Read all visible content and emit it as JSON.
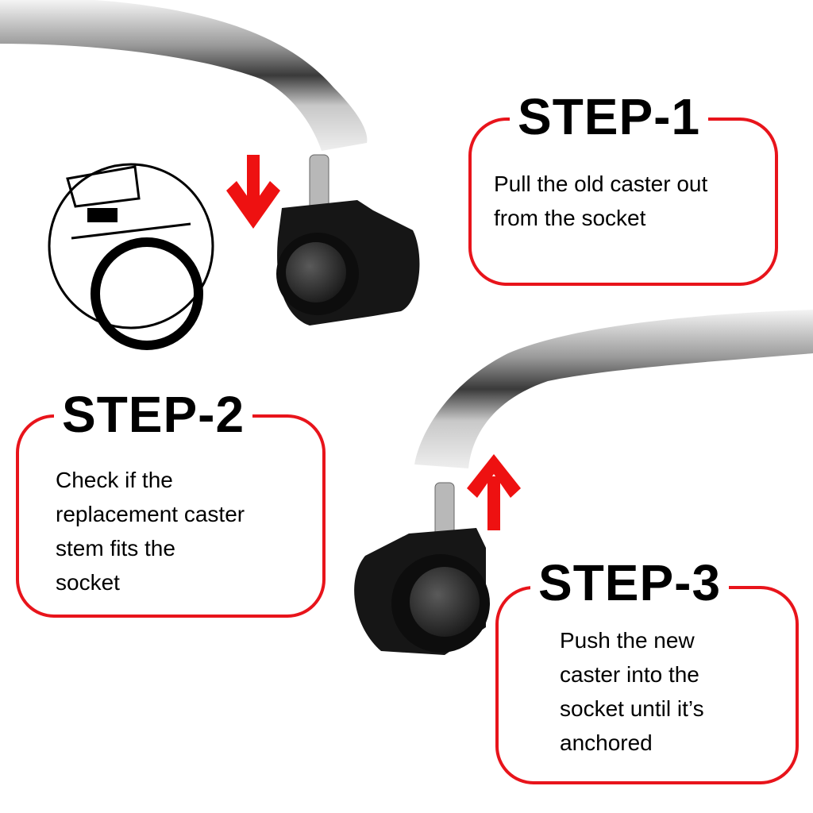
{
  "colors": {
    "accent": "#e8141b",
    "text": "#000000"
  },
  "steps": [
    {
      "title": "STEP-1",
      "lines": [
        "Pull the old caster out",
        "from the socket"
      ]
    },
    {
      "title": "STEP-2",
      "lines": [
        "Check if the",
        "replacement caster",
        "stem fits the",
        "socket"
      ]
    },
    {
      "title": "STEP-3",
      "lines": [
        "Push the new",
        "caster into the",
        "socket until it’s",
        "anchored"
      ]
    }
  ],
  "icons": [
    "arrow-down-icon",
    "arrow-up-icon"
  ]
}
